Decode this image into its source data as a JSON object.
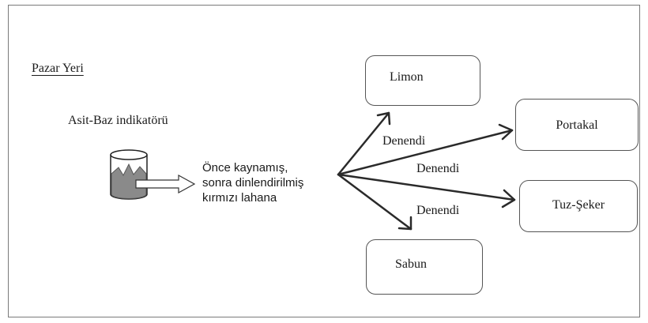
{
  "title": "Pazar Yeri",
  "indicator_label": "Asit-Baz indikatörü",
  "cabbage_lines": [
    "Önce kaynamış,",
    "sonra dinlendirilmiş",
    "kırmızı lahana"
  ],
  "nodes": {
    "limon": "Limon",
    "portakal": "Portakal",
    "tuz_seker": "Tuz-Şeker",
    "sabun": "Sabun"
  },
  "edge_labels": [
    "Denendi",
    "Denendi",
    "Denendi"
  ],
  "colors": {
    "arrow": "#2a2a2a",
    "jar_liquid": "#8a8a8a",
    "frame": "#7a7a7a"
  }
}
